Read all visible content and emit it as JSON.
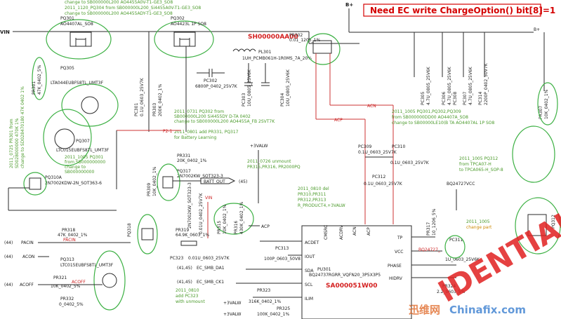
{
  "banner": {
    "text": "Need EC write ChargeOption() bit[8]=1",
    "text_color": "#d40000",
    "border_color": "#d40000"
  },
  "rails": {
    "bplus": "B+",
    "vin": "VIN",
    "b_plus_small": "B+",
    "valw": "+3VALW",
    "valw2": "+3VALW",
    "valw3": "+3VALW",
    "acn": "ACN",
    "acp": "ACP",
    "p2": "P2-1",
    "bq_vcc": "BQ24727VCC"
  },
  "top_notes": {
    "line1": "change to SB000000L200 AO4455A0V-T1-GE3_SO8",
    "line2": "2011_1120_PQ304 from SB000000L200_Si4455A0V-T1-GE3_SO8",
    "line3": "change to SB000000L200 AO4455ADY-T1-GE3_SO8"
  },
  "parts": {
    "pq301": {
      "ref": "PQ301",
      "value": "AO4407AL_SO8"
    },
    "pq302": {
      "ref": "PQ302",
      "value": "AO4423L 1P SO8"
    },
    "sh": {
      "label": "SH00000AA00"
    },
    "pr302": {
      "ref": "PR302",
      "value": "0.01_1206_1%"
    },
    "pl301": {
      "ref": "PL301",
      "value": "1UH_PCMB061H-1R0MS_7A_20%"
    },
    "pq305": {
      "ref": "PQ305",
      "value": "LTA044EUBFS8TL_UMT3F"
    },
    "pq307": {
      "ref": "PQ307",
      "value": "LTC015EUBFS8TL_UMT3F"
    },
    "pq310a": {
      "ref": "PQ310A",
      "value": "2N7002KDW-2N_SOT363-6"
    },
    "pr301": {
      "ref": "PR301",
      "value": "47K_0402_5%"
    },
    "pc301": {
      "ref": "PC301",
      "value": "0.1U_0603_25V7K"
    },
    "pr303": {
      "ref": "PR303",
      "value": "200K_0402_1%"
    },
    "pc302": {
      "ref": "PC302",
      "value": "6800P_0402_25V7K"
    },
    "pc303": {
      "ref": "PC303",
      "value": "10U_0805_25V6K"
    },
    "pc304": {
      "ref": "PC304",
      "value": "10U_0805_25V6K"
    },
    "pr331": {
      "ref": "PR331",
      "value": "20K_0402_1%"
    },
    "pq317": {
      "ref": "PQ317",
      "value": "2N7002KW_SOT323-3"
    },
    "pr309": {
      "ref": "PR309",
      "value": "10K_0402_1%"
    },
    "pq318": {
      "ref": "PQ318",
      "value": "2N7002KW_SOT323-3"
    },
    "pr315": {
      "ref": "PR315",
      "value": "10K_0402_1%"
    },
    "pr316": {
      "ref": "PR316",
      "value": "430K_0402_1%"
    },
    "pr319": {
      "ref": "PR319",
      "value": "64.9K_0603_1%"
    },
    "pc320": {
      "ref": "PC320",
      "value": "0.01U_0402_25V7K"
    },
    "pc323": {
      "ref": "PC323",
      "value": "0.01U_0603_25V7K"
    },
    "pr318": {
      "ref": "PR318",
      "value": "47K_0402_1%"
    },
    "pq313": {
      "ref": "PQ313",
      "value": "LTC015EUBFS8TL_UMT3F"
    },
    "pr321": {
      "ref": "PR321",
      "value": "10K_0402_5%"
    },
    "pr332": {
      "ref": "PR332",
      "value": "0_0402_5%"
    },
    "pc309": {
      "ref": "PC309",
      "value": "0.1U_0603_25V7K"
    },
    "pc310": {
      "ref": "PC310",
      "value": "0.1U_0603_25V7K"
    },
    "pc312": {
      "ref": "PC312",
      "value": "0.1U_0603_25V7K"
    },
    "pc313": {
      "ref": "PC313",
      "value": "100P_0603_50V8"
    },
    "pr323": {
      "ref": "PR323",
      "value": "316K_0402_1%"
    },
    "pr325": {
      "ref": "PR325",
      "value": "100K_0402_1%"
    },
    "pu301": {
      "ref": "PU301",
      "value": "BQ24737RGRR_VQFN20_3P5X3P5",
      "part": "SA000051W00"
    },
    "pr317": {
      "ref": "PR317",
      "value": "10_1206_5%"
    },
    "pc311": {
      "ref": "PC311",
      "value": "1U_0603_25V6K"
    },
    "pq312": {
      "ref": "PQ312"
    },
    "pr324": {
      "ref": "PR324",
      "value": "2.2_0603_5%"
    },
    "pr307": {
      "ref": "PR307",
      "value": "10K_0402_1%"
    },
    "pc305": {
      "ref": "PC305",
      "value": "4.7U_0805_25V6K"
    },
    "pc306": {
      "ref": "PC306",
      "value": "4.7U_0805_25V6K"
    },
    "pc307": {
      "ref": "PC307",
      "value": "4.7U_0805_25V6K"
    },
    "pc308": {
      "ref": "PC308",
      "value": "4.7U_0805_25V6K"
    },
    "pc314": {
      "ref": "PC314",
      "value": "2200P_0402_50V7K"
    }
  },
  "ic_pins": {
    "acdet": "ACDET",
    "iout": "IOUT",
    "sda": "SDA",
    "scl": "SCL",
    "ilim": "ILIM",
    "acn": "ACN",
    "acp": "ACP",
    "cmsrc": "CMSRC",
    "acdrv": "ACDRV",
    "tp": "TP",
    "vcc": "VCC",
    "phase": "PHASE",
    "hidrv": "HIDRV"
  },
  "nets": {
    "pacin_l": "(44)",
    "pacin": "PACIN",
    "pacin2": "PACIN",
    "acon_l": "(44)",
    "acon": "ACON",
    "acoff_l": "(44)",
    "acoff": "ACOFF",
    "acoff2": "ACOFF",
    "batt_out": "BATT_OUT",
    "batt_num": "(45)",
    "ecsmb1_l": "(41,45)",
    "ecsmb1": "EC_SMB_DA1",
    "ecsmb2_l": "(41,45)",
    "ecsmb2": "EC_SMB_CK1",
    "acp_net": "ACP",
    "vin_net": "VIN",
    "bq_phase": "BQ24727_"
  },
  "notes": {
    "n1a": "2011_0731 PQ302 from",
    "n1b": "SB000000L200 Si4455DY D-TA 0402",
    "n1c": "change to SB000000L200 AO4455A_FB 2SVT7K",
    "n2a": "2011_0801 add PR331, PQ317",
    "n2b": "for Battery Learning",
    "n3a": "2011_1005 PQ301",
    "n3b": "from SB000000000",
    "n3c": "change to",
    "n3d": "SB000000000",
    "n4a": "2011_0726 unmount",
    "n4b": "PR315,PR316, PR2000PQ",
    "n5a": "2011_0810 del",
    "n5b": "PR310,PR311",
    "n5c": "PR312,PR313",
    "n5d": "R_PRODUCT4,+3VALW",
    "n6a": "2011_1005 PQ301,PQ302,PQ309",
    "n6b": "from SB000000DD00 AO4407A_SO8",
    "n6c": "change to SB00000LE10(B TA AO4407AL 1P SO8",
    "n7a": "2011_1005 PQ312",
    "n7b": "from TPCA07-H",
    "n7c": "to TPCA065-H_SOP-8",
    "n8a": "2011_1005",
    "n8b": "change part",
    "n9a": "2011_0810",
    "n9b": "add PC323",
    "n9c": "with unmount",
    "left_vert1": "2011_0725 PR301 from",
    "left_vert2": "SD028000000 470K 1%",
    "left_vert3": "change to SD028470180 47K 0402 1%"
  },
  "watermark": {
    "conf": "IDENTIAL TO",
    "brand": "迅维网",
    "site": "Chinafix.com",
    "conf_color": "#e02020"
  }
}
